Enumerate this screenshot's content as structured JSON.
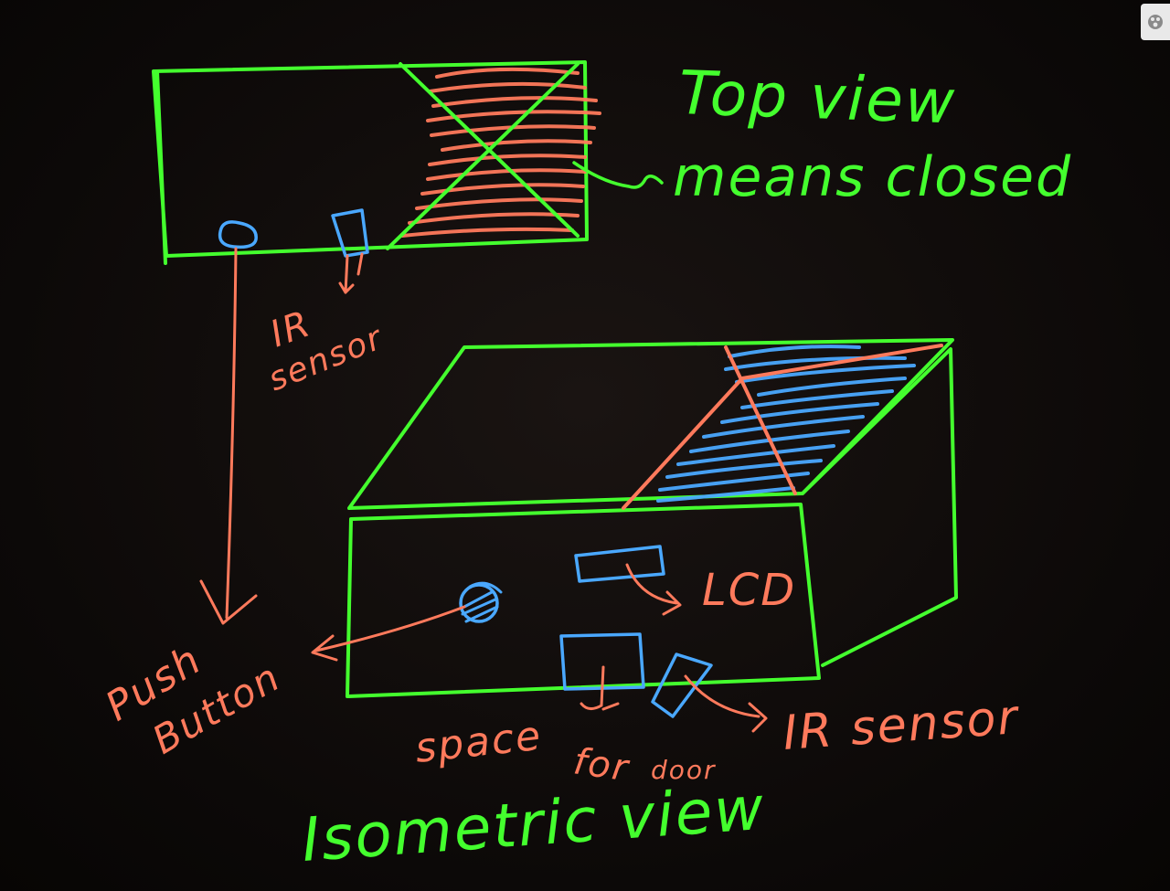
{
  "labels": {
    "top_view": "Top view",
    "means_closed": "means closed",
    "ir_sensor_top_line1": "IR",
    "ir_sensor_top_line2": "sensor",
    "lcd": "LCD",
    "push": "Push",
    "button": "Button",
    "space": "space",
    "for": "for",
    "door": "door",
    "ir_sensor_front": "IR sensor",
    "isometric_view": "Isometric view"
  },
  "colors": {
    "background": "#0a0706",
    "green": "#44ff2e",
    "orange": "#ff7a5c",
    "blue": "#4aa8ff"
  },
  "icons": {
    "corner": "paint-palette-icon"
  }
}
